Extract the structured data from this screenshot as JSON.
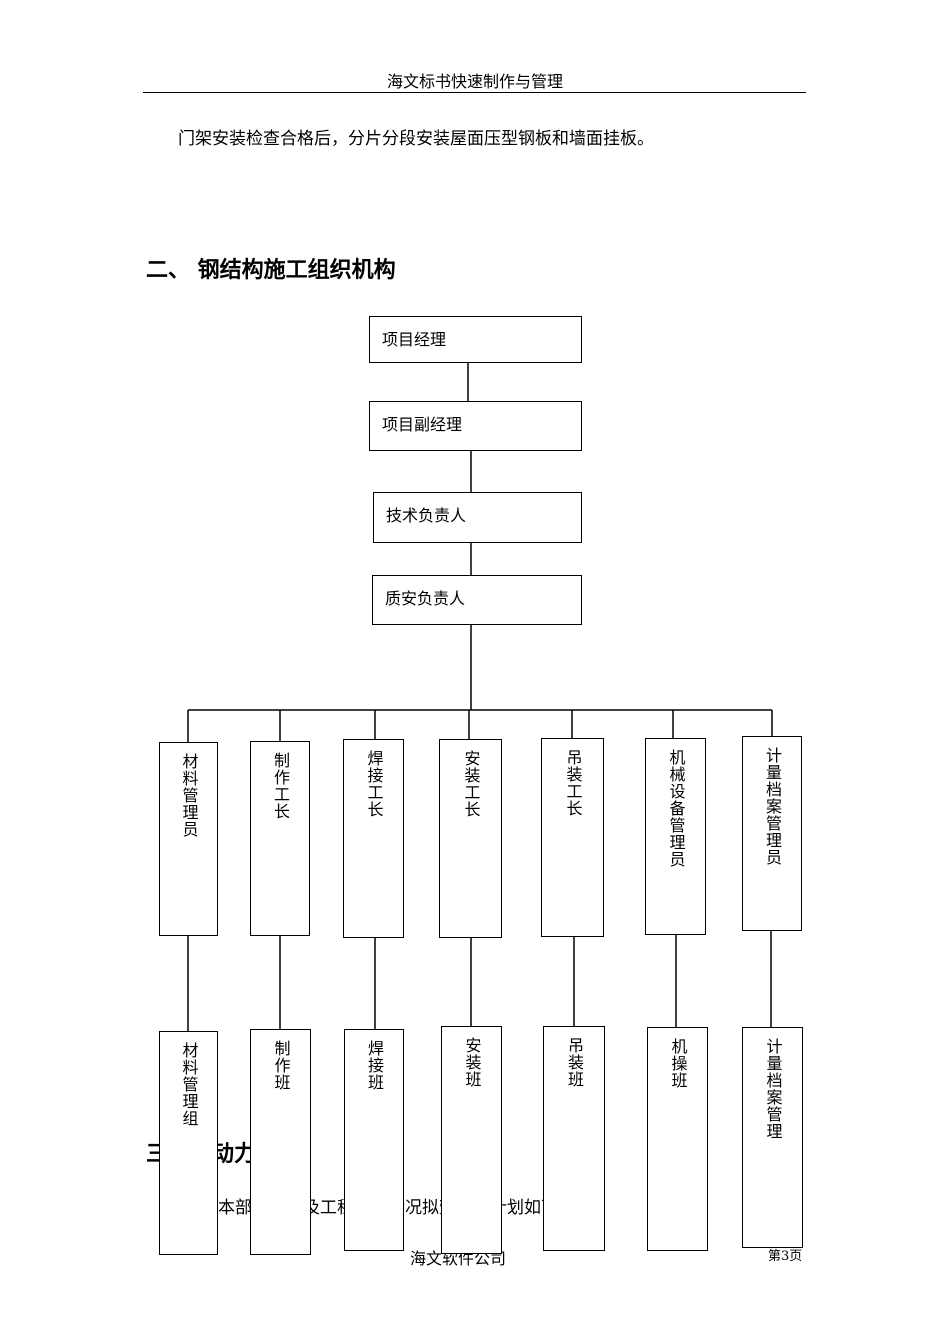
{
  "header": {
    "title": "海文标书快速制作与管理"
  },
  "intro_text": "门架安装检查合格后，分片分段安装屋面压型钢板和墙面挂板。",
  "section2_title": "二、 钢结构施工组织机构",
  "org_chart": {
    "chain": [
      "项目经理",
      "项目副经理",
      "技术负责人",
      "质安负责人"
    ],
    "roles": [
      "材料管理员",
      "制作工长",
      "焊接工长",
      "安装工长",
      "吊装工长",
      "机械设备管理员",
      "计量档案管理员"
    ],
    "teams": [
      "材料管理组",
      "制作班",
      "焊接班",
      "安装班",
      "吊装班",
      "机操班",
      "计量档案管理"
    ]
  },
  "section3_title": "三、劳动力计划",
  "section3_text": "本部分特点及工程具体情况拟劳动力计划如下",
  "footer": {
    "company": "海文软件公司",
    "page": "第3页"
  }
}
